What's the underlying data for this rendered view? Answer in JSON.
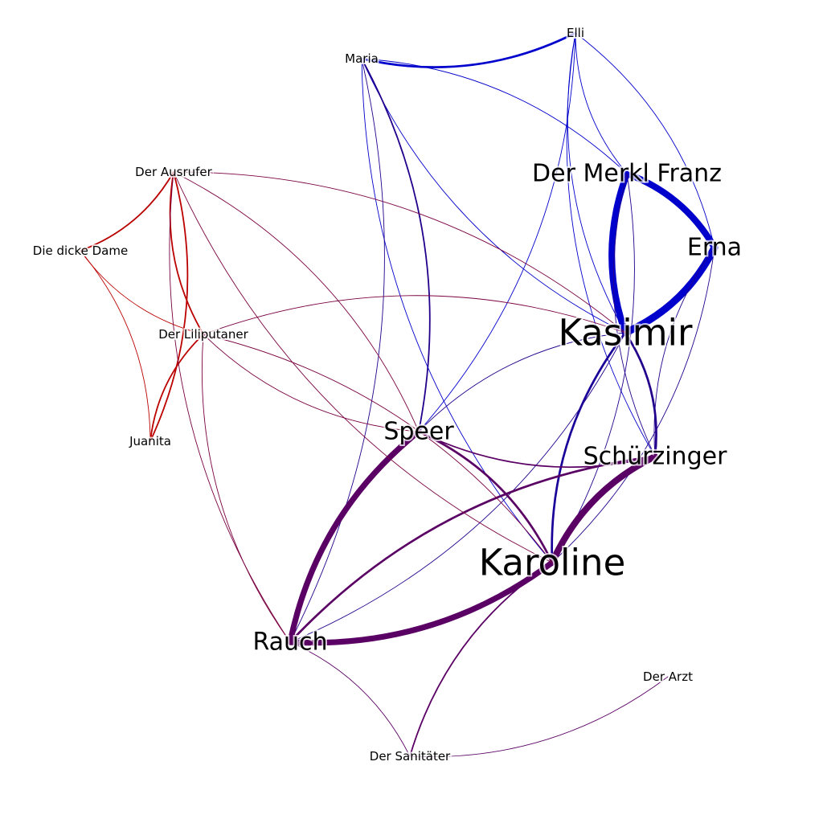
{
  "nodes": [
    {
      "id": "elli",
      "label": "Elli",
      "degree": "small"
    },
    {
      "id": "maria",
      "label": "Maria",
      "degree": "small"
    },
    {
      "id": "merkl",
      "label": "Der Merkl Franz",
      "degree": "medium"
    },
    {
      "id": "erna",
      "label": "Erna",
      "degree": "medium"
    },
    {
      "id": "kasimir",
      "label": "Kasimir",
      "degree": "large"
    },
    {
      "id": "ausrufer",
      "label": "Der Ausrufer",
      "degree": "small"
    },
    {
      "id": "dicke",
      "label": "Die dicke Dame",
      "degree": "small"
    },
    {
      "id": "lili",
      "label": "Der Liliputaner",
      "degree": "small"
    },
    {
      "id": "juanita",
      "label": "Juanita",
      "degree": "small"
    },
    {
      "id": "speer",
      "label": "Speer",
      "degree": "medium"
    },
    {
      "id": "schuerz",
      "label": "Schürzinger",
      "degree": "medium"
    },
    {
      "id": "karoline",
      "label": "Karoline",
      "degree": "large"
    },
    {
      "id": "rauch",
      "label": "Rauch",
      "degree": "medium"
    },
    {
      "id": "arzt",
      "label": "Der Arzt",
      "degree": "small"
    },
    {
      "id": "sanitaeter",
      "label": "Der Sanitäter",
      "degree": "small"
    }
  ],
  "edges": [
    {
      "source": "maria",
      "target": "elli",
      "weight": 3,
      "color": "#0000cc"
    },
    {
      "source": "merkl",
      "target": "erna",
      "weight": 9,
      "color": "#0000cc"
    },
    {
      "source": "merkl",
      "target": "kasimir",
      "weight": 9,
      "color": "#0000cc"
    },
    {
      "source": "erna",
      "target": "kasimir",
      "weight": 10,
      "color": "#0000cc"
    },
    {
      "source": "elli",
      "target": "merkl",
      "weight": 1,
      "color": "#0000cc"
    },
    {
      "source": "elli",
      "target": "erna",
      "weight": 1,
      "color": "#0000cc"
    },
    {
      "source": "elli",
      "target": "kasimir",
      "weight": 1,
      "color": "#0000cc"
    },
    {
      "source": "elli",
      "target": "speer",
      "weight": 1,
      "color": "#0000cc"
    },
    {
      "source": "elli",
      "target": "schuerz",
      "weight": 1,
      "color": "#0000cc"
    },
    {
      "source": "maria",
      "target": "merkl",
      "weight": 1,
      "color": "#0000cc"
    },
    {
      "source": "maria",
      "target": "kasimir",
      "weight": 1,
      "color": "#0000cc"
    },
    {
      "source": "maria",
      "target": "speer",
      "weight": 2,
      "color": "#22008c"
    },
    {
      "source": "maria",
      "target": "karoline",
      "weight": 1,
      "color": "#0000cc"
    },
    {
      "source": "maria",
      "target": "rauch",
      "weight": 1,
      "color": "#22008c"
    },
    {
      "source": "kasimir",
      "target": "karoline",
      "weight": 3,
      "color": "#1a0099"
    },
    {
      "source": "kasimir",
      "target": "schuerz",
      "weight": 3,
      "color": "#22008c"
    },
    {
      "source": "kasimir",
      "target": "speer",
      "weight": 1,
      "color": "#22008c"
    },
    {
      "source": "kasimir",
      "target": "rauch",
      "weight": 1,
      "color": "#22008c"
    },
    {
      "source": "merkl",
      "target": "schuerz",
      "weight": 1,
      "color": "#22008c"
    },
    {
      "source": "merkl",
      "target": "karoline",
      "weight": 1,
      "color": "#22008c"
    },
    {
      "source": "erna",
      "target": "schuerz",
      "weight": 1,
      "color": "#22008c"
    },
    {
      "source": "erna",
      "target": "karoline",
      "weight": 1,
      "color": "#22008c"
    },
    {
      "source": "speer",
      "target": "rauch",
      "weight": 8,
      "color": "#5a0064"
    },
    {
      "source": "speer",
      "target": "karoline",
      "weight": 3,
      "color": "#5a0064"
    },
    {
      "source": "speer",
      "target": "schuerz",
      "weight": 2,
      "color": "#5a0064"
    },
    {
      "source": "schuerz",
      "target": "karoline",
      "weight": 9,
      "color": "#5a0064"
    },
    {
      "source": "rauch",
      "target": "schuerz",
      "weight": 3,
      "color": "#5a0064"
    },
    {
      "source": "rauch",
      "target": "karoline",
      "weight": 8,
      "color": "#5a0064"
    },
    {
      "source": "karoline",
      "target": "sanitaeter",
      "weight": 2,
      "color": "#5a0064"
    },
    {
      "source": "rauch",
      "target": "sanitaeter",
      "weight": 1,
      "color": "#5a0064"
    },
    {
      "source": "sanitaeter",
      "target": "arzt",
      "weight": 1,
      "color": "#5a0064"
    },
    {
      "source": "ausrufer",
      "target": "dicke",
      "weight": 2,
      "color": "#bb0000"
    },
    {
      "source": "ausrufer",
      "target": "lili",
      "weight": 2,
      "color": "#bb0000"
    },
    {
      "source": "ausrufer",
      "target": "juanita",
      "weight": 2,
      "color": "#bb0000"
    },
    {
      "source": "dicke",
      "target": "lili",
      "weight": 1,
      "color": "#bb0000"
    },
    {
      "source": "dicke",
      "target": "juanita",
      "weight": 1,
      "color": "#bb0000"
    },
    {
      "source": "lili",
      "target": "juanita",
      "weight": 2,
      "color": "#bb0000"
    },
    {
      "source": "ausrufer",
      "target": "kasimir",
      "weight": 1,
      "color": "#7a0040"
    },
    {
      "source": "ausrufer",
      "target": "karoline",
      "weight": 1,
      "color": "#7a0040"
    },
    {
      "source": "ausrufer",
      "target": "speer",
      "weight": 1,
      "color": "#7a0040"
    },
    {
      "source": "ausrufer",
      "target": "rauch",
      "weight": 1,
      "color": "#7a0040"
    },
    {
      "source": "lili",
      "target": "kasimir",
      "weight": 1,
      "color": "#7a0040"
    },
    {
      "source": "lili",
      "target": "speer",
      "weight": 1,
      "color": "#7a0040"
    },
    {
      "source": "lili",
      "target": "karoline",
      "weight": 1,
      "color": "#7a0040"
    },
    {
      "source": "lili",
      "target": "rauch",
      "weight": 1,
      "color": "#7a0040"
    }
  ]
}
